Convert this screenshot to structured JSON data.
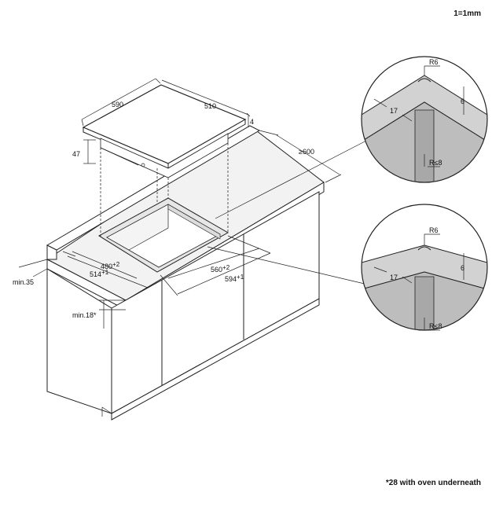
{
  "scale_note": "1=1mm",
  "footnote": "*28 with oven underneath",
  "dimensions": {
    "hob_width": "590",
    "hob_depth": "510",
    "hob_height": "47",
    "glass_thickness": "4",
    "worktop_depth": "≥600",
    "cutout_width_1": "560",
    "cutout_width_1_sup": "+2",
    "cutout_width_2": "594",
    "cutout_width_2_sup": "+1",
    "cutout_depth_1": "480",
    "cutout_depth_1_sup": "+2",
    "cutout_depth_2": "514",
    "cutout_depth_2_sup": "+1",
    "min_wall_distance": "min.35",
    "min_worktop_thickness": "min.18*"
  },
  "detail_top": {
    "radius_top": "R6",
    "thickness": "6",
    "width": "17",
    "radius_bottom": "R≤8"
  },
  "detail_bottom": {
    "radius_top": "R6",
    "thickness": "6",
    "width": "17",
    "radius_bottom": "R≤8"
  },
  "colors": {
    "line": "#222222",
    "cabinet_fill": "#ffffff",
    "cutout_fill": "#e6e6e6",
    "detail_fill": "#bdbdbd",
    "worktop_fill": "#f0f0f0"
  }
}
